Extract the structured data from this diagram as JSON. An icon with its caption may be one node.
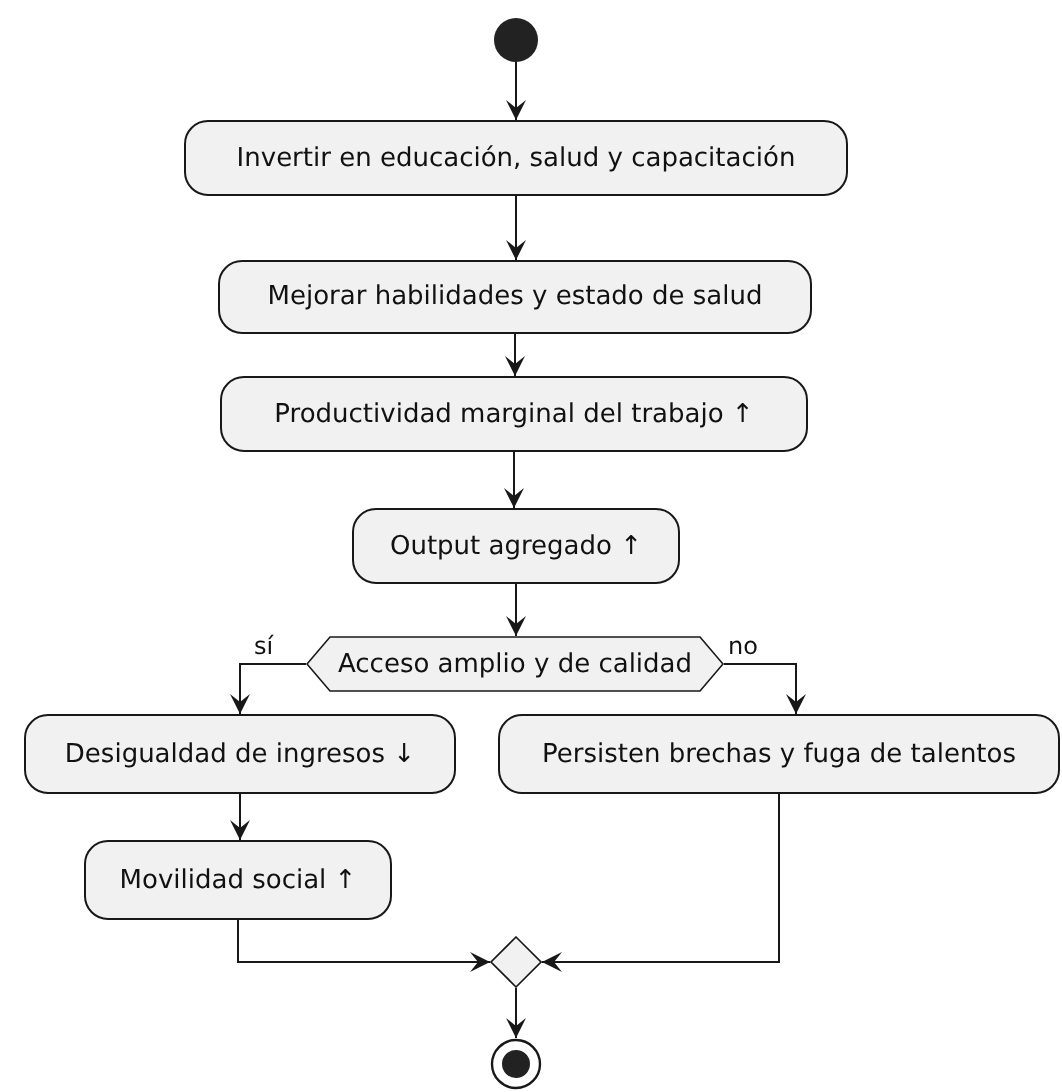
{
  "diagram": {
    "nodes": [
      {
        "text": [],
        "shape": "circle"
      },
      {
        "text": [
          "Invertir en educación, salud y capacitación"
        ]
      },
      {
        "text": [
          "Mejorar habilidades y estado de salud"
        ]
      },
      {
        "text": [
          "Productividad marginal del trabajo ↑"
        ]
      },
      {
        "text": [
          "Output agregado ↑"
        ]
      },
      {
        "text": [
          "Acceso amplio y de calidad"
        ]
      },
      {
        "text": [
          "Desigualdad de ingresos ↓"
        ]
      },
      {
        "text": [
          "Persisten brechas y fuga de talentos"
        ]
      },
      {
        "text": [
          "Movilidad social ↑"
        ]
      },
      {
        "text": [],
        "shape": "diamond"
      },
      {
        "text": [],
        "shape": "circle"
      }
    ],
    "edges": [
      {
        "from": 0,
        "to": 1,
        "arrow": "to"
      },
      {
        "from": 1,
        "to": 2,
        "arrow": "to"
      },
      {
        "from": 2,
        "to": 3,
        "arrow": "to"
      },
      {
        "from": 3,
        "to": 4,
        "arrow": "to"
      },
      {
        "from": 4,
        "to": 5,
        "arrow": "to"
      },
      {
        "from": 5,
        "to": 6,
        "arrow": "to",
        "label": "sí"
      },
      {
        "from": 5,
        "to": 7,
        "arrow": "to",
        "label": "no"
      },
      {
        "from": 6,
        "to": 8,
        "arrow": "to"
      },
      {
        "from": 8,
        "to": 9,
        "arrow": "to"
      },
      {
        "from": 7,
        "to": 9,
        "arrow": "to"
      },
      {
        "from": 9,
        "to": 10,
        "arrow": "to"
      }
    ]
  }
}
